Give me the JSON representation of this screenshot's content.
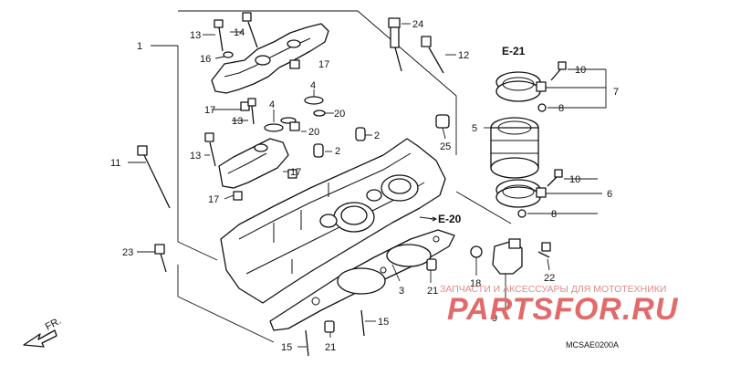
{
  "diagram": {
    "callouts": [
      {
        "id": "c1",
        "text": "1"
      },
      {
        "id": "c2a",
        "text": "2"
      },
      {
        "id": "c2b",
        "text": "2"
      },
      {
        "id": "c3",
        "text": "3"
      },
      {
        "id": "c4a",
        "text": "4"
      },
      {
        "id": "c4b",
        "text": "4"
      },
      {
        "id": "c5",
        "text": "5"
      },
      {
        "id": "c6",
        "text": "6"
      },
      {
        "id": "c7",
        "text": "7"
      },
      {
        "id": "c8a",
        "text": "8"
      },
      {
        "id": "c8b",
        "text": "8"
      },
      {
        "id": "c9",
        "text": "9"
      },
      {
        "id": "c10a",
        "text": "10"
      },
      {
        "id": "c10b",
        "text": "10"
      },
      {
        "id": "c11",
        "text": "11"
      },
      {
        "id": "c12",
        "text": "12"
      },
      {
        "id": "c13a",
        "text": "13"
      },
      {
        "id": "c13b",
        "text": "13"
      },
      {
        "id": "c13c",
        "text": "13"
      },
      {
        "id": "c14",
        "text": "14"
      },
      {
        "id": "c15a",
        "text": "15"
      },
      {
        "id": "c15b",
        "text": "15"
      },
      {
        "id": "c16",
        "text": "16"
      },
      {
        "id": "c17a",
        "text": "17"
      },
      {
        "id": "c17b",
        "text": "17"
      },
      {
        "id": "c17c",
        "text": "17"
      },
      {
        "id": "c17d",
        "text": "17"
      },
      {
        "id": "c18",
        "text": "18"
      },
      {
        "id": "c20a",
        "text": "20"
      },
      {
        "id": "c20b",
        "text": "20"
      },
      {
        "id": "c21a",
        "text": "21"
      },
      {
        "id": "c21b",
        "text": "21"
      },
      {
        "id": "c22",
        "text": "22"
      },
      {
        "id": "c23",
        "text": "23"
      },
      {
        "id": "c24",
        "text": "24"
      },
      {
        "id": "c25",
        "text": "25"
      }
    ],
    "refs": {
      "e21": "E-21",
      "e20": "E-20"
    },
    "direction_label": "FR.",
    "diagram_code": "MCSAE0200A"
  },
  "watermark": {
    "tagline": "ЗАПЧАСТИ И АКСЕССУАРЫ ДЛЯ МОТОТЕХНИКИ",
    "brand": "PARTSFOR.RU",
    "color": "#e26a6a"
  },
  "colors": {
    "line": "#111111",
    "background": "#ffffff"
  }
}
